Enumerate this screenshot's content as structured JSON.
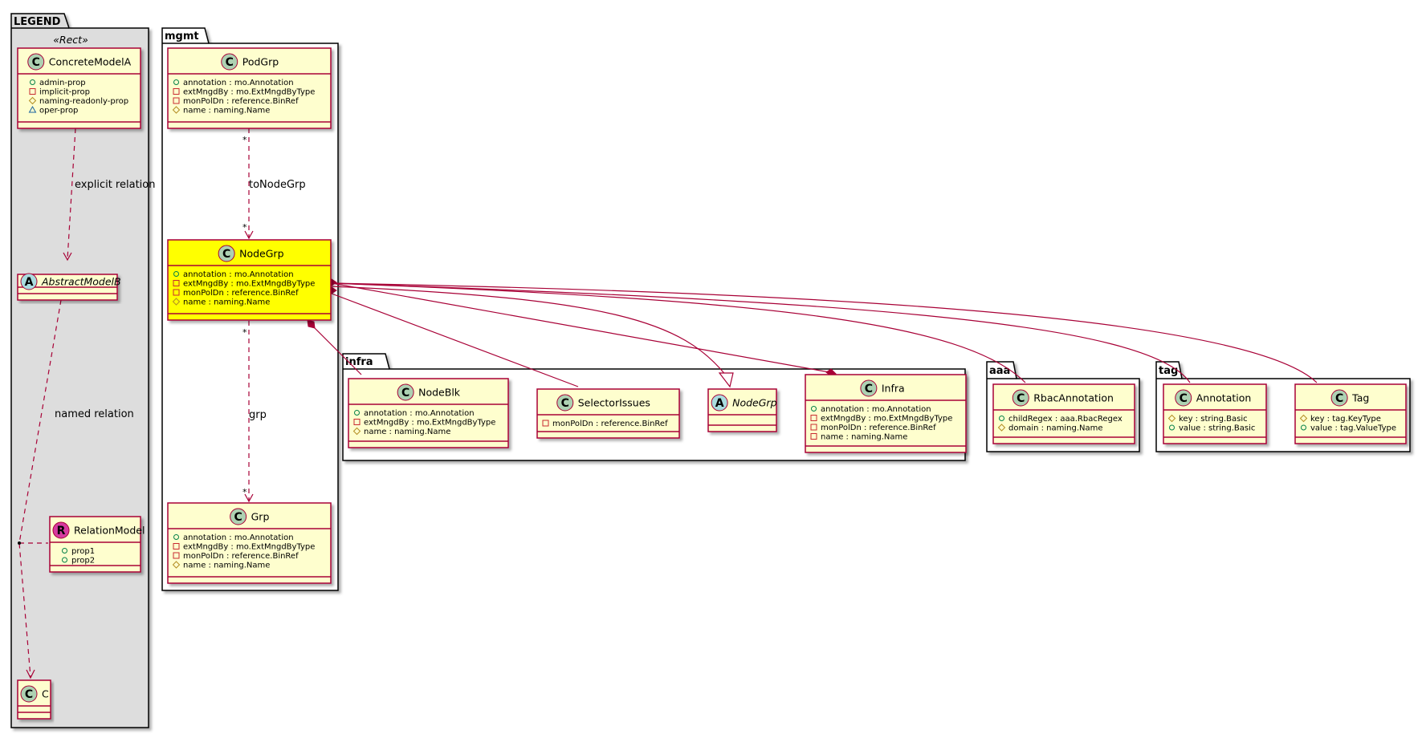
{
  "packages": {
    "legend": {
      "name": "LEGEND",
      "stereotype": "«Rect»"
    },
    "mgmt": {
      "name": "mgmt"
    },
    "infra": {
      "name": "infra"
    },
    "aaa": {
      "name": "aaa"
    },
    "tag": {
      "name": "tag"
    }
  },
  "classes": {
    "concrete_model_a": {
      "kind": "C",
      "name": "ConcreteModelA",
      "attrs": [
        "admin-prop",
        "implicit-prop",
        "naming-readonly-prop",
        "oper-prop"
      ],
      "visibility": [
        "public",
        "private",
        "protected",
        "package"
      ]
    },
    "abstract_model_b": {
      "kind": "A",
      "name": "AbstractModelB"
    },
    "relation_model": {
      "kind": "R",
      "name": "RelationModel",
      "attrs": [
        "prop1",
        "prop2"
      ],
      "visibility": [
        "public",
        "public"
      ]
    },
    "c": {
      "kind": "C",
      "name": "C"
    },
    "pod_grp": {
      "kind": "C",
      "name": "PodGrp",
      "attrs": [
        "annotation : mo.Annotation",
        "extMngdBy : mo.ExtMngdByType",
        "monPolDn : reference.BinRef",
        "name : naming.Name"
      ],
      "visibility": [
        "public",
        "private",
        "private",
        "protected"
      ]
    },
    "node_grp": {
      "kind": "C",
      "name": "NodeGrp",
      "attrs": [
        "annotation : mo.Annotation",
        "extMngdBy : mo.ExtMngdByType",
        "monPolDn : reference.BinRef",
        "name : naming.Name"
      ],
      "visibility": [
        "public",
        "private",
        "private",
        "protected"
      ]
    },
    "grp": {
      "kind": "C",
      "name": "Grp",
      "attrs": [
        "annotation : mo.Annotation",
        "extMngdBy : mo.ExtMngdByType",
        "monPolDn : reference.BinRef",
        "name : naming.Name"
      ],
      "visibility": [
        "public",
        "private",
        "private",
        "protected"
      ]
    },
    "node_blk": {
      "kind": "C",
      "name": "NodeBlk",
      "attrs": [
        "annotation : mo.Annotation",
        "extMngdBy : mo.ExtMngdByType",
        "name : naming.Name"
      ],
      "visibility": [
        "public",
        "private",
        "protected"
      ]
    },
    "selector_issues": {
      "kind": "C",
      "name": "SelectorIssues",
      "attrs": [
        "monPolDn : reference.BinRef"
      ],
      "visibility": [
        "private"
      ]
    },
    "infra_node_grp": {
      "kind": "A",
      "name": "NodeGrp"
    },
    "infra": {
      "kind": "C",
      "name": "Infra",
      "attrs": [
        "annotation : mo.Annotation",
        "extMngdBy : mo.ExtMngdByType",
        "monPolDn : reference.BinRef",
        "name : naming.Name"
      ],
      "visibility": [
        "public",
        "private",
        "private",
        "private"
      ]
    },
    "rbac_annotation": {
      "kind": "C",
      "name": "RbacAnnotation",
      "attrs": [
        "childRegex : aaa.RbacRegex",
        "domain : naming.Name"
      ],
      "visibility": [
        "public",
        "protected"
      ]
    },
    "annotation": {
      "kind": "C",
      "name": "Annotation",
      "attrs": [
        "key : string.Basic",
        "value : string.Basic"
      ],
      "visibility": [
        "protected",
        "public"
      ]
    },
    "tag": {
      "kind": "C",
      "name": "Tag",
      "attrs": [
        "key : tag.KeyType",
        "value : tag.ValueType"
      ],
      "visibility": [
        "protected",
        "public"
      ]
    }
  },
  "relations": {
    "explicit_label": "explicit relation",
    "named_label": "named relation",
    "to_node_grp_label": "toNodeGrp",
    "grp_label": "grp",
    "multiplicity": "*"
  },
  "colors": {
    "border": "#a80036",
    "class_fill": "#fefece",
    "highlight_fill": "#ffff00",
    "legend_fill": "#dddddd",
    "class_icon": "#add1b2",
    "abstract_icon": "#a9dcdf",
    "relation_icon": "#d63aa0"
  }
}
